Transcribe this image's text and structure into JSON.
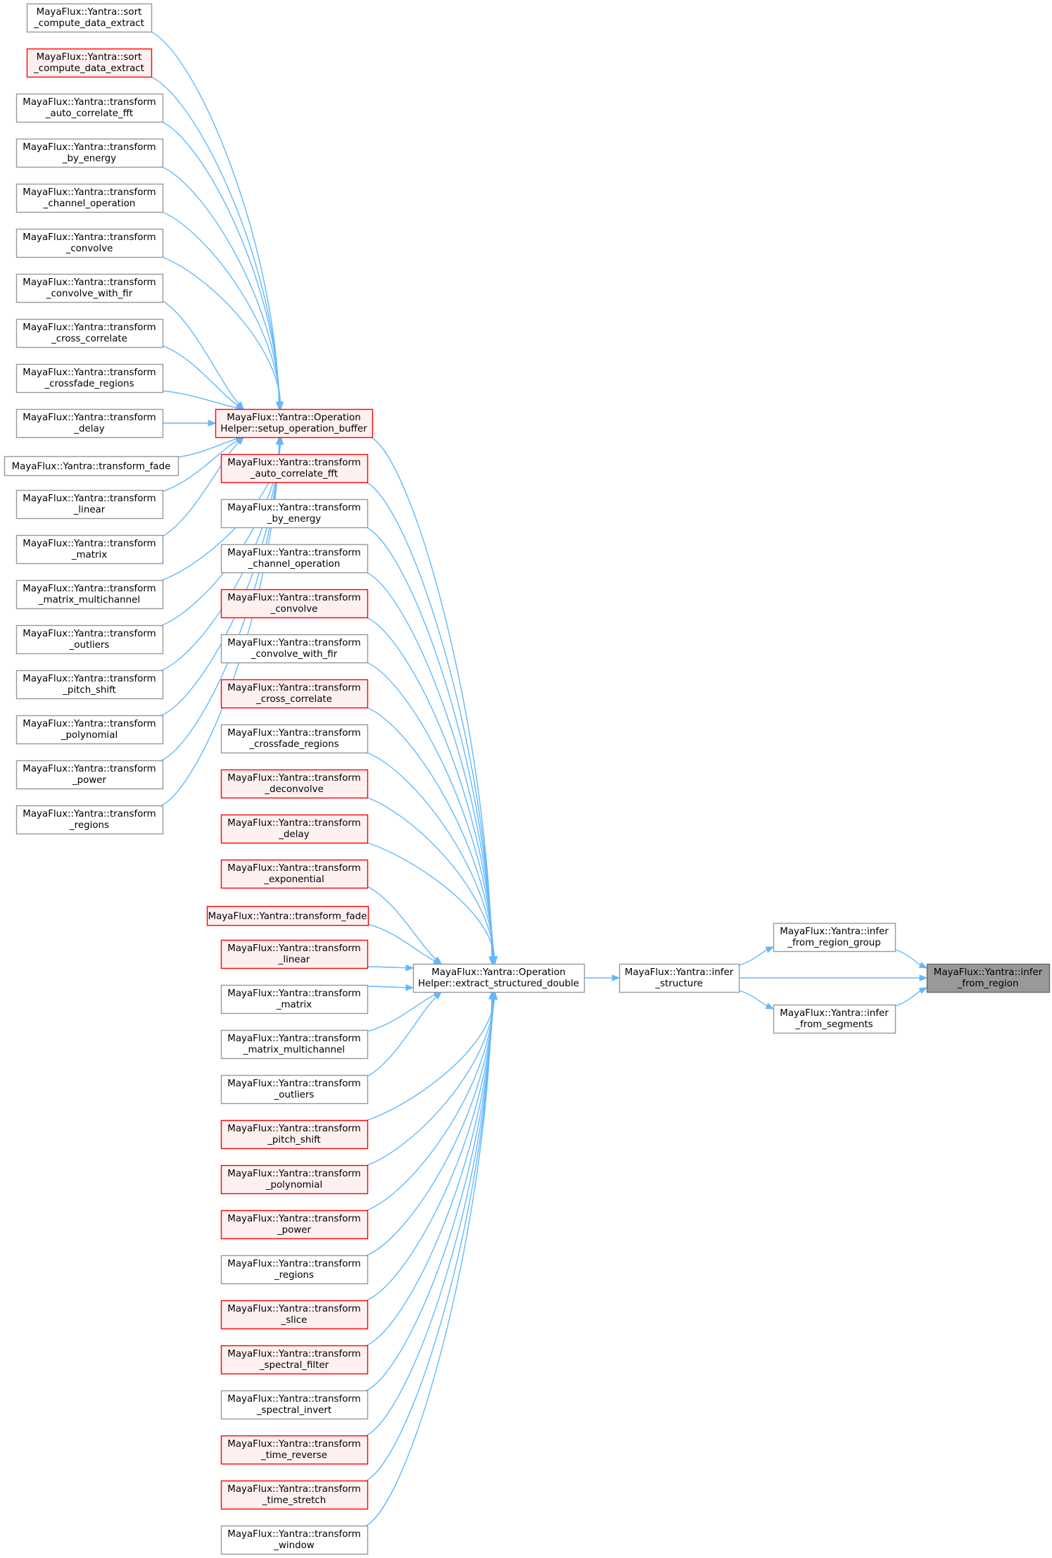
{
  "diagram": {
    "type": "doxygen-caller-graph",
    "colors": {
      "edge": "#63b8ff",
      "node_border": "#999999",
      "node_fill": "#ffffff",
      "red_border": "#ff0000",
      "red_fill": "#fff0f0",
      "root_fill": "#999999",
      "root_border": "#666666"
    },
    "nodes": [
      {
        "id": "L0",
        "col": "left",
        "style": "normal",
        "lines": [
          "MayaFlux::Yantra::sort",
          "_compute_data_extract"
        ]
      },
      {
        "id": "L1",
        "col": "left",
        "style": "red",
        "lines": [
          "MayaFlux::Yantra::sort",
          "_compute_data_extract"
        ]
      },
      {
        "id": "L2",
        "col": "left",
        "style": "normal",
        "lines": [
          "MayaFlux::Yantra::transform",
          "_auto_correlate_fft"
        ]
      },
      {
        "id": "L3",
        "col": "left",
        "style": "normal",
        "lines": [
          "MayaFlux::Yantra::transform",
          "_by_energy"
        ]
      },
      {
        "id": "L4",
        "col": "left",
        "style": "normal",
        "lines": [
          "MayaFlux::Yantra::transform",
          "_channel_operation"
        ]
      },
      {
        "id": "L5",
        "col": "left",
        "style": "normal",
        "lines": [
          "MayaFlux::Yantra::transform",
          "_convolve"
        ]
      },
      {
        "id": "L6",
        "col": "left",
        "style": "normal",
        "lines": [
          "MayaFlux::Yantra::transform",
          "_convolve_with_fir"
        ]
      },
      {
        "id": "L7",
        "col": "left",
        "style": "normal",
        "lines": [
          "MayaFlux::Yantra::transform",
          "_cross_correlate"
        ]
      },
      {
        "id": "L8",
        "col": "left",
        "style": "normal",
        "lines": [
          "MayaFlux::Yantra::transform",
          "_crossfade_regions"
        ]
      },
      {
        "id": "L9",
        "col": "left",
        "style": "normal",
        "lines": [
          "MayaFlux::Yantra::transform",
          "_delay"
        ]
      },
      {
        "id": "L10",
        "col": "left",
        "style": "normal",
        "lines": [
          "MayaFlux::Yantra::transform_fade"
        ]
      },
      {
        "id": "L11",
        "col": "left",
        "style": "normal",
        "lines": [
          "MayaFlux::Yantra::transform",
          "_linear"
        ]
      },
      {
        "id": "L12",
        "col": "left",
        "style": "normal",
        "lines": [
          "MayaFlux::Yantra::transform",
          "_matrix"
        ]
      },
      {
        "id": "L13",
        "col": "left",
        "style": "normal",
        "lines": [
          "MayaFlux::Yantra::transform",
          "_matrix_multichannel"
        ]
      },
      {
        "id": "L14",
        "col": "left",
        "style": "normal",
        "lines": [
          "MayaFlux::Yantra::transform",
          "_outliers"
        ]
      },
      {
        "id": "L15",
        "col": "left",
        "style": "normal",
        "lines": [
          "MayaFlux::Yantra::transform",
          "_pitch_shift"
        ]
      },
      {
        "id": "L16",
        "col": "left",
        "style": "normal",
        "lines": [
          "MayaFlux::Yantra::transform",
          "_polynomial"
        ]
      },
      {
        "id": "L17",
        "col": "left",
        "style": "normal",
        "lines": [
          "MayaFlux::Yantra::transform",
          "_power"
        ]
      },
      {
        "id": "L18",
        "col": "left",
        "style": "normal",
        "lines": [
          "MayaFlux::Yantra::transform",
          "_regions"
        ]
      },
      {
        "id": "SETUP",
        "col": "mid",
        "style": "red",
        "lines": [
          "MayaFlux::Yantra::Operation",
          "Helper::setup_operation_buffer"
        ]
      },
      {
        "id": "M1",
        "col": "mid",
        "style": "red",
        "lines": [
          "MayaFlux::Yantra::transform",
          "_auto_correlate_fft"
        ]
      },
      {
        "id": "M2",
        "col": "mid",
        "style": "normal",
        "lines": [
          "MayaFlux::Yantra::transform",
          "_by_energy"
        ]
      },
      {
        "id": "M3",
        "col": "mid",
        "style": "normal",
        "lines": [
          "MayaFlux::Yantra::transform",
          "_channel_operation"
        ]
      },
      {
        "id": "M4",
        "col": "mid",
        "style": "red",
        "lines": [
          "MayaFlux::Yantra::transform",
          "_convolve"
        ]
      },
      {
        "id": "M5",
        "col": "mid",
        "style": "normal",
        "lines": [
          "MayaFlux::Yantra::transform",
          "_convolve_with_fir"
        ]
      },
      {
        "id": "M6",
        "col": "mid",
        "style": "red",
        "lines": [
          "MayaFlux::Yantra::transform",
          "_cross_correlate"
        ]
      },
      {
        "id": "M7",
        "col": "mid",
        "style": "normal",
        "lines": [
          "MayaFlux::Yantra::transform",
          "_crossfade_regions"
        ]
      },
      {
        "id": "M8",
        "col": "mid",
        "style": "red",
        "lines": [
          "MayaFlux::Yantra::transform",
          "_deconvolve"
        ]
      },
      {
        "id": "M9",
        "col": "mid",
        "style": "red",
        "lines": [
          "MayaFlux::Yantra::transform",
          "_delay"
        ]
      },
      {
        "id": "M10",
        "col": "mid",
        "style": "red",
        "lines": [
          "MayaFlux::Yantra::transform",
          "_exponential"
        ]
      },
      {
        "id": "M11",
        "col": "mid",
        "style": "red",
        "lines": [
          "MayaFlux::Yantra::transform_fade"
        ]
      },
      {
        "id": "M12",
        "col": "mid",
        "style": "red",
        "lines": [
          "MayaFlux::Yantra::transform",
          "_linear"
        ]
      },
      {
        "id": "M13",
        "col": "mid",
        "style": "normal",
        "lines": [
          "MayaFlux::Yantra::transform",
          "_matrix"
        ]
      },
      {
        "id": "M14",
        "col": "mid",
        "style": "normal",
        "lines": [
          "MayaFlux::Yantra::transform",
          "_matrix_multichannel"
        ]
      },
      {
        "id": "M15",
        "col": "mid",
        "style": "normal",
        "lines": [
          "MayaFlux::Yantra::transform",
          "_outliers"
        ]
      },
      {
        "id": "M16",
        "col": "mid",
        "style": "red",
        "lines": [
          "MayaFlux::Yantra::transform",
          "_pitch_shift"
        ]
      },
      {
        "id": "M17",
        "col": "mid",
        "style": "red",
        "lines": [
          "MayaFlux::Yantra::transform",
          "_polynomial"
        ]
      },
      {
        "id": "M18",
        "col": "mid",
        "style": "red",
        "lines": [
          "MayaFlux::Yantra::transform",
          "_power"
        ]
      },
      {
        "id": "M19",
        "col": "mid",
        "style": "normal",
        "lines": [
          "MayaFlux::Yantra::transform",
          "_regions"
        ]
      },
      {
        "id": "M20",
        "col": "mid",
        "style": "red",
        "lines": [
          "MayaFlux::Yantra::transform",
          "_slice"
        ]
      },
      {
        "id": "M21",
        "col": "mid",
        "style": "red",
        "lines": [
          "MayaFlux::Yantra::transform",
          "_spectral_filter"
        ]
      },
      {
        "id": "M22",
        "col": "mid",
        "style": "normal",
        "lines": [
          "MayaFlux::Yantra::transform",
          "_spectral_invert"
        ]
      },
      {
        "id": "M23",
        "col": "mid",
        "style": "red",
        "lines": [
          "MayaFlux::Yantra::transform",
          "_time_reverse"
        ]
      },
      {
        "id": "M24",
        "col": "mid",
        "style": "red",
        "lines": [
          "MayaFlux::Yantra::transform",
          "_time_stretch"
        ]
      },
      {
        "id": "M25",
        "col": "mid",
        "style": "normal",
        "lines": [
          "MayaFlux::Yantra::transform",
          "_window"
        ]
      },
      {
        "id": "EXTRACT",
        "col": "c3",
        "style": "normal",
        "lines": [
          "MayaFlux::Yantra::Operation",
          "Helper::extract_structured_double"
        ]
      },
      {
        "id": "INFER",
        "col": "c4",
        "style": "normal",
        "lines": [
          "MayaFlux::Yantra::infer",
          "_structure"
        ]
      },
      {
        "id": "GROUP",
        "col": "c5",
        "style": "normal",
        "lines": [
          "MayaFlux::Yantra::infer",
          "_from_region_group"
        ]
      },
      {
        "id": "SEGS",
        "col": "c5",
        "style": "normal",
        "lines": [
          "MayaFlux::Yantra::infer",
          "_from_segments"
        ]
      },
      {
        "id": "ROOT",
        "col": "c6",
        "style": "root",
        "lines": [
          "MayaFlux::Yantra::infer",
          "_from_region"
        ]
      }
    ],
    "edges": [
      [
        "L0",
        "SETUP"
      ],
      [
        "L1",
        "SETUP"
      ],
      [
        "L2",
        "SETUP"
      ],
      [
        "L3",
        "SETUP"
      ],
      [
        "L4",
        "SETUP"
      ],
      [
        "L5",
        "SETUP"
      ],
      [
        "L6",
        "SETUP"
      ],
      [
        "L7",
        "SETUP"
      ],
      [
        "L8",
        "SETUP"
      ],
      [
        "L9",
        "SETUP"
      ],
      [
        "L10",
        "SETUP"
      ],
      [
        "L11",
        "SETUP"
      ],
      [
        "L12",
        "SETUP"
      ],
      [
        "L13",
        "SETUP"
      ],
      [
        "L14",
        "SETUP"
      ],
      [
        "L15",
        "SETUP"
      ],
      [
        "L16",
        "SETUP"
      ],
      [
        "L17",
        "SETUP"
      ],
      [
        "L18",
        "SETUP"
      ],
      [
        "SETUP",
        "EXTRACT"
      ],
      [
        "M1",
        "EXTRACT"
      ],
      [
        "M2",
        "EXTRACT"
      ],
      [
        "M3",
        "EXTRACT"
      ],
      [
        "M4",
        "EXTRACT"
      ],
      [
        "M5",
        "EXTRACT"
      ],
      [
        "M6",
        "EXTRACT"
      ],
      [
        "M7",
        "EXTRACT"
      ],
      [
        "M8",
        "EXTRACT"
      ],
      [
        "M9",
        "EXTRACT"
      ],
      [
        "M10",
        "EXTRACT"
      ],
      [
        "M11",
        "EXTRACT"
      ],
      [
        "M12",
        "EXTRACT"
      ],
      [
        "M13",
        "EXTRACT"
      ],
      [
        "M14",
        "EXTRACT"
      ],
      [
        "M15",
        "EXTRACT"
      ],
      [
        "M16",
        "EXTRACT"
      ],
      [
        "M17",
        "EXTRACT"
      ],
      [
        "M18",
        "EXTRACT"
      ],
      [
        "M19",
        "EXTRACT"
      ],
      [
        "M20",
        "EXTRACT"
      ],
      [
        "M21",
        "EXTRACT"
      ],
      [
        "M22",
        "EXTRACT"
      ],
      [
        "M23",
        "EXTRACT"
      ],
      [
        "M24",
        "EXTRACT"
      ],
      [
        "M25",
        "EXTRACT"
      ],
      [
        "EXTRACT",
        "INFER"
      ],
      [
        "INFER",
        "GROUP"
      ],
      [
        "INFER",
        "ROOT"
      ],
      [
        "INFER",
        "SEGS"
      ],
      [
        "GROUP",
        "ROOT"
      ],
      [
        "SEGS",
        "ROOT"
      ]
    ]
  }
}
